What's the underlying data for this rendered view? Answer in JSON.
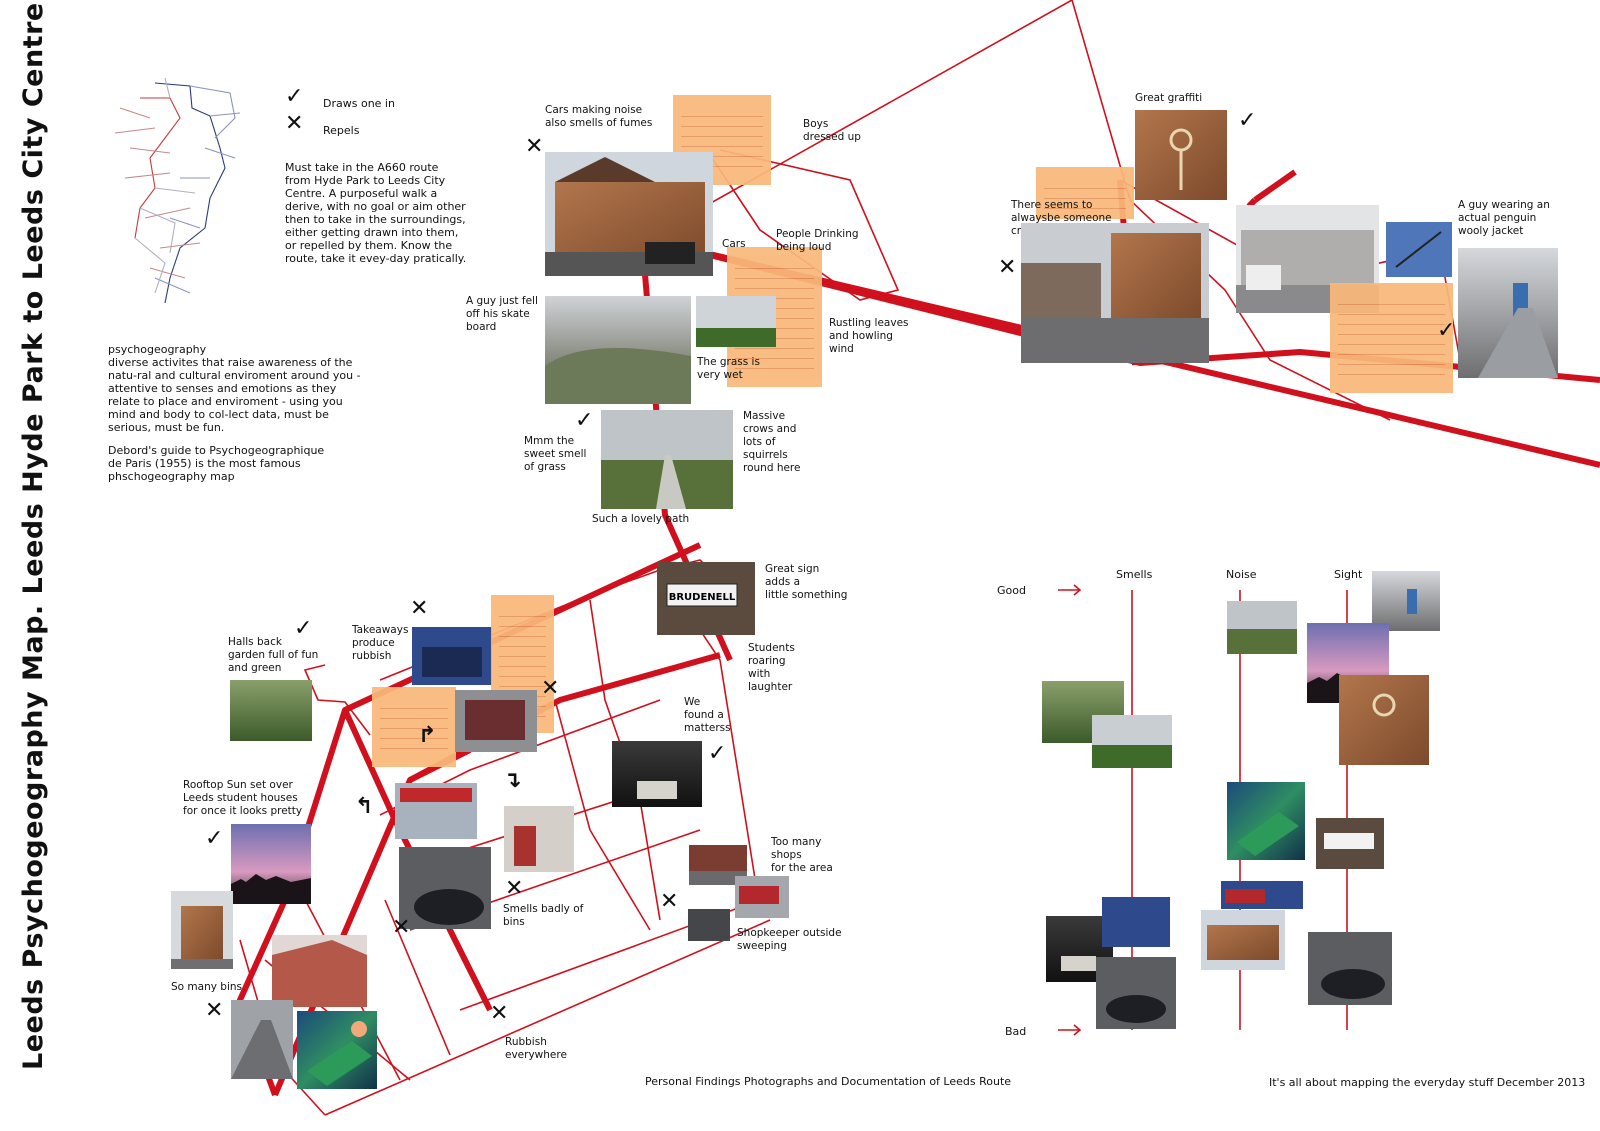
{
  "title": "Leeds Psychogeography Map. Leeds Hyde Park to Leeds City Centre Route",
  "legend": {
    "draw_symbol": "✓",
    "draw_label": "Draws one in",
    "repel_symbol": "✕",
    "repel_label": "Repels"
  },
  "intro": "Must take in the A660 route from Hyde Park to Leeds City Centre. A purposeful walk a derive, with no goal or aim other then to take in the surroundings, either getting drawn into them, or repelled by them. Know the route, take it evey-day pratically.",
  "definition": {
    "heading": "psychogeography",
    "body": "diverse activites that raise awareness of the natu-ral and cultural enviroment around you - attentive to senses and emotions as they relate to place and enviroment - using you mind and body to col-lect data, must be serious, must be fun.",
    "debord": "Debord's guide to Psychogeographique de Paris (1955) is the most famous phschogeography map"
  },
  "labels": {
    "cars_noise": "Cars making noise\nalso smells of fumes",
    "boys": "Boys\ndressed up",
    "cars": "Cars",
    "people_drinking": "People Drinking\nbeing loud",
    "skate": "A guy just fell\noff his skate\nboard",
    "rustling": "Rustling leaves\nand howling\nwind",
    "grass_wet": "The grass is\nvery wet",
    "mmm": "Mmm the\nsweet smell\nof grass",
    "crows": "Massive\ncrows and\nlots of\nsquirrels\nround here",
    "lovely_path": "Such a lovely path",
    "graffiti": "Great graffiti",
    "crossing": "There seems to\nalwaysbe someone\ncrossing here",
    "penguin": "A guy wearing an\nactual penguin\nwooly jacket",
    "great_sign": "Great sign\nadds a\nlittle something",
    "students": "Students\nroaring\nwith\nlaughter",
    "matterss": "We\nfound a\nmatterss",
    "halls": "Halls back\ngarden full of fun\nand green",
    "takeaways": "Takeaways\nproduce\nrubbish",
    "rooftop": "Rooftop Sun set over\nLeeds student houses\nfor once it looks pretty",
    "too_many_shops": "Too many\nshops\nfor the area",
    "smells_bins": "Smells badly of\nbins",
    "shopkeeper": "Shopkeeper outside\nsweeping",
    "so_many_bins": "So many bins",
    "rubbish": "Rubbish\neverywhere"
  },
  "chart": {
    "good": "Good",
    "bad": "Bad",
    "columns": [
      "Smells",
      "Noise",
      "Sight"
    ]
  },
  "footer": {
    "center": "Personal Findings Photographs and Documentation of Leeds Route",
    "right": "It's all about mapping the everyday stuff December 2013"
  },
  "colors": {
    "route_red": "#d0111d",
    "note_orange": "#f9b97a"
  }
}
